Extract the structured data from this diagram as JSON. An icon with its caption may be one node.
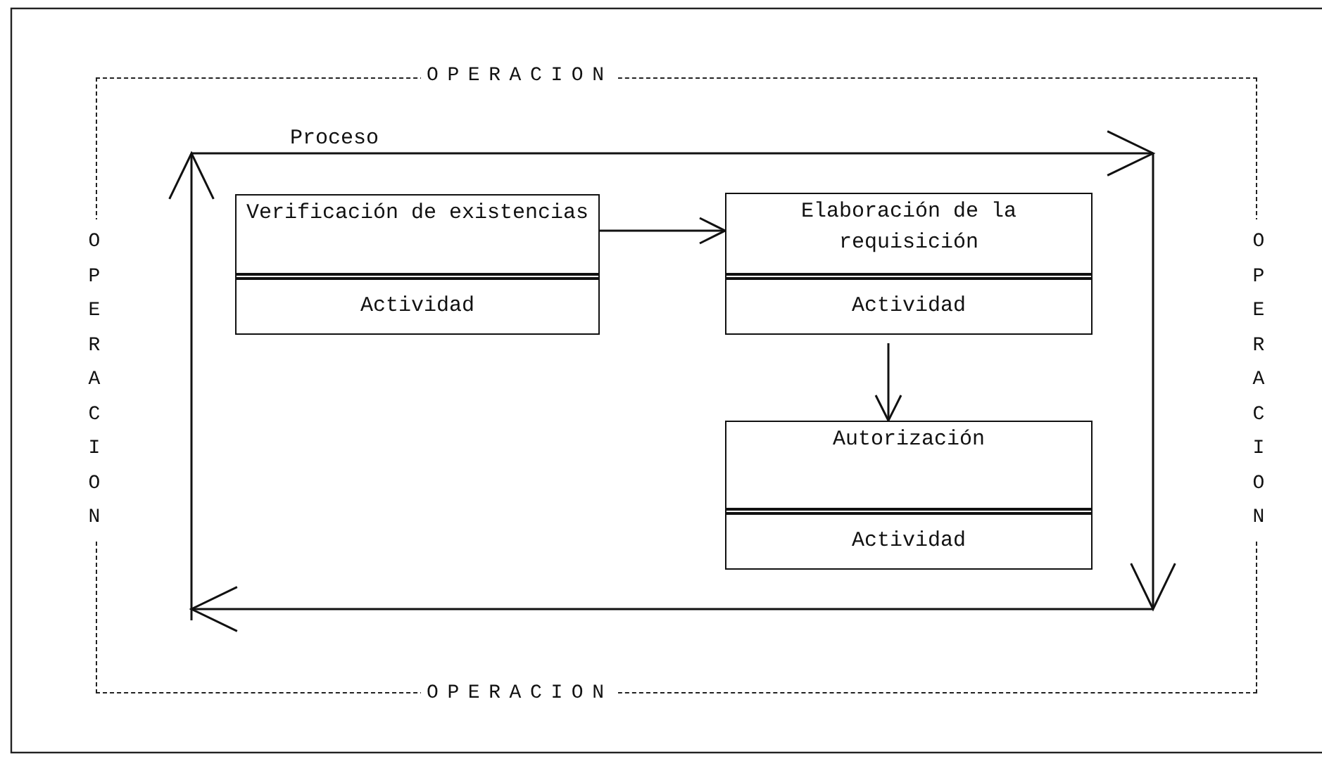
{
  "diagram": {
    "nodes": [
      {
        "text": [
          "OPERACION",
          "OPERACION",
          "OPERACION",
          "OPERACION"
        ]
      },
      {
        "text": [
          "Proceso"
        ],
        "in": 0
      },
      {
        "text": [
          "Verificación de existencias",
          "Actividad"
        ],
        "in": 1
      },
      {
        "text": [
          "Elaboración de la requisición",
          "Actividad"
        ],
        "in": 1
      },
      {
        "text": [
          "Autorización",
          "Actividad"
        ],
        "in": 1
      }
    ],
    "edges": [
      {
        "from": 2,
        "to": 3,
        "arrow": "to"
      },
      {
        "from": 3,
        "to": 4,
        "arrow": "to"
      }
    ]
  }
}
